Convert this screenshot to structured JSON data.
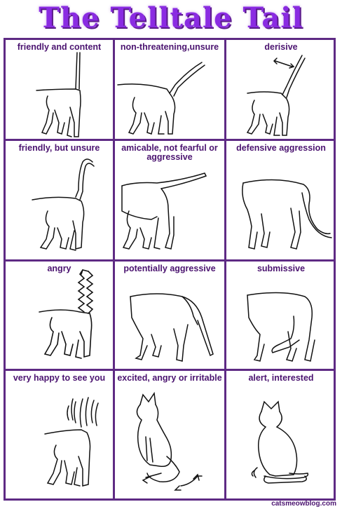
{
  "title": "The Telltale Tail",
  "cells": [
    {
      "label": "friendly and content",
      "icon": "cat-tail-upright-icon"
    },
    {
      "label": "non-threatening,unsure",
      "icon": "cat-tail-low-diagonal-icon"
    },
    {
      "label": "derisive",
      "icon": "cat-tail-flicking-icon"
    },
    {
      "label": "friendly, but unsure",
      "icon": "cat-tail-hooked-icon"
    },
    {
      "label": "amicable, not fearful or aggressive",
      "icon": "cat-tail-horizontal-icon"
    },
    {
      "label": "defensive aggression",
      "icon": "cat-tail-arched-down-icon"
    },
    {
      "label": "angry",
      "icon": "cat-tail-bristled-icon"
    },
    {
      "label": "potentially aggressive",
      "icon": "cat-tail-lowered-arch-icon"
    },
    {
      "label": "submissive",
      "icon": "cat-tail-tucked-icon"
    },
    {
      "label": "very happy to see you",
      "icon": "cat-tail-quivering-icon"
    },
    {
      "label": "excited, angry or irritable",
      "icon": "cat-tail-swishing-icon"
    },
    {
      "label": "alert, interested",
      "icon": "cat-tail-tip-twitching-icon"
    }
  ],
  "footer": "catsmeowblog.com",
  "colors": {
    "accent": "#8a2be2",
    "border": "#5e2a84",
    "label": "#4b1470"
  }
}
